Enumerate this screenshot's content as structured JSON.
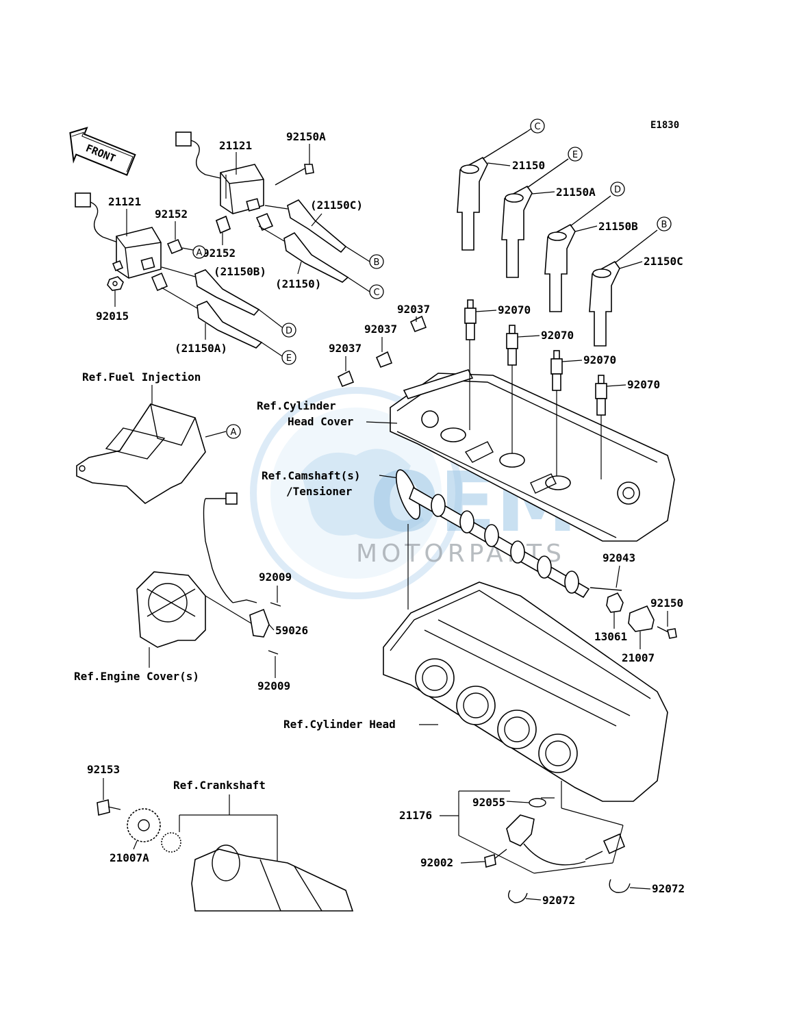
{
  "diagram_code": "E1830",
  "front_label": "FRONT",
  "watermark": {
    "brand": "OEM",
    "sub": "MOTORPARTS",
    "color": "#9ec7e6"
  },
  "callouts": [
    "A",
    "B",
    "C",
    "D",
    "E"
  ],
  "part_labels": {
    "p21121_top": "21121",
    "p21121_left": "21121",
    "p92150A": "92150A",
    "p92152_a": "92152",
    "p92152_b": "92152",
    "p21150C_paren": "(21150C)",
    "p21150B_paren": "(21150B)",
    "p21150_paren": "(21150)",
    "p21150A_paren": "(21150A)",
    "p92015": "92015",
    "p21150": "21150",
    "p21150A": "21150A",
    "p21150B": "21150B",
    "p21150C": "21150C",
    "p92037_a": "92037",
    "p92037_b": "92037",
    "p92037_c": "92037",
    "p92070_a": "92070",
    "p92070_b": "92070",
    "p92070_c": "92070",
    "p92070_d": "92070",
    "p92043": "92043",
    "p92150": "92150",
    "p13061": "13061",
    "p21007": "21007",
    "p92009_a": "92009",
    "p92009_b": "92009",
    "p59026": "59026",
    "p92153": "92153",
    "p21007A": "21007A",
    "p92055": "92055",
    "p21176": "21176",
    "p92002": "92002",
    "p92072_a": "92072",
    "p92072_b": "92072"
  },
  "ref_labels": {
    "fuel_injection": "Ref.Fuel Injection",
    "cyl_head_cover_1": "Ref.Cylinder",
    "cyl_head_cover_2": "Head Cover",
    "camshaft_1": "Ref.Camshaft(s)",
    "camshaft_2": "/Tensioner",
    "engine_cover": "Ref.Engine Cover(s)",
    "cylinder_head": "Ref.Cylinder Head",
    "crankshaft": "Ref.Crankshaft"
  }
}
